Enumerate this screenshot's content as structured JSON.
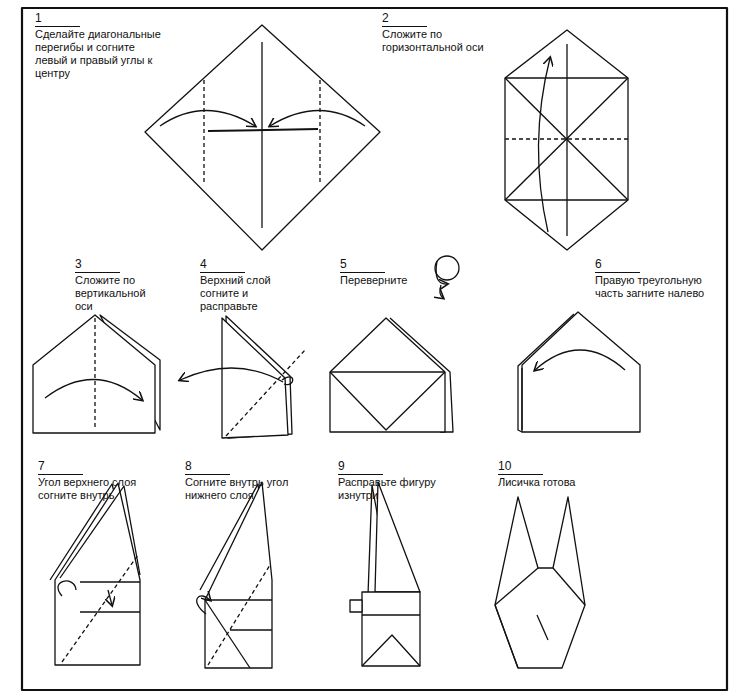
{
  "diagram": {
    "labels": [
      "1",
      "Сделайте диагональные перегибы и согните левый и правый углы к центру",
      "2",
      "Сложите по горизонтальной оси",
      "3",
      "Сложите по вертикальной оси",
      "4",
      "Верхний слой согните и расправьте",
      "5",
      "Переверните",
      "6",
      "Правую треугольную часть загните налево",
      "7",
      "Угол верхнего слоя согните внутрь",
      "8",
      "Согните внутрь угол нижнего слоя",
      "9",
      "Расправьте фигуру изнутри",
      "10",
      "Лисичка готова"
    ]
  }
}
